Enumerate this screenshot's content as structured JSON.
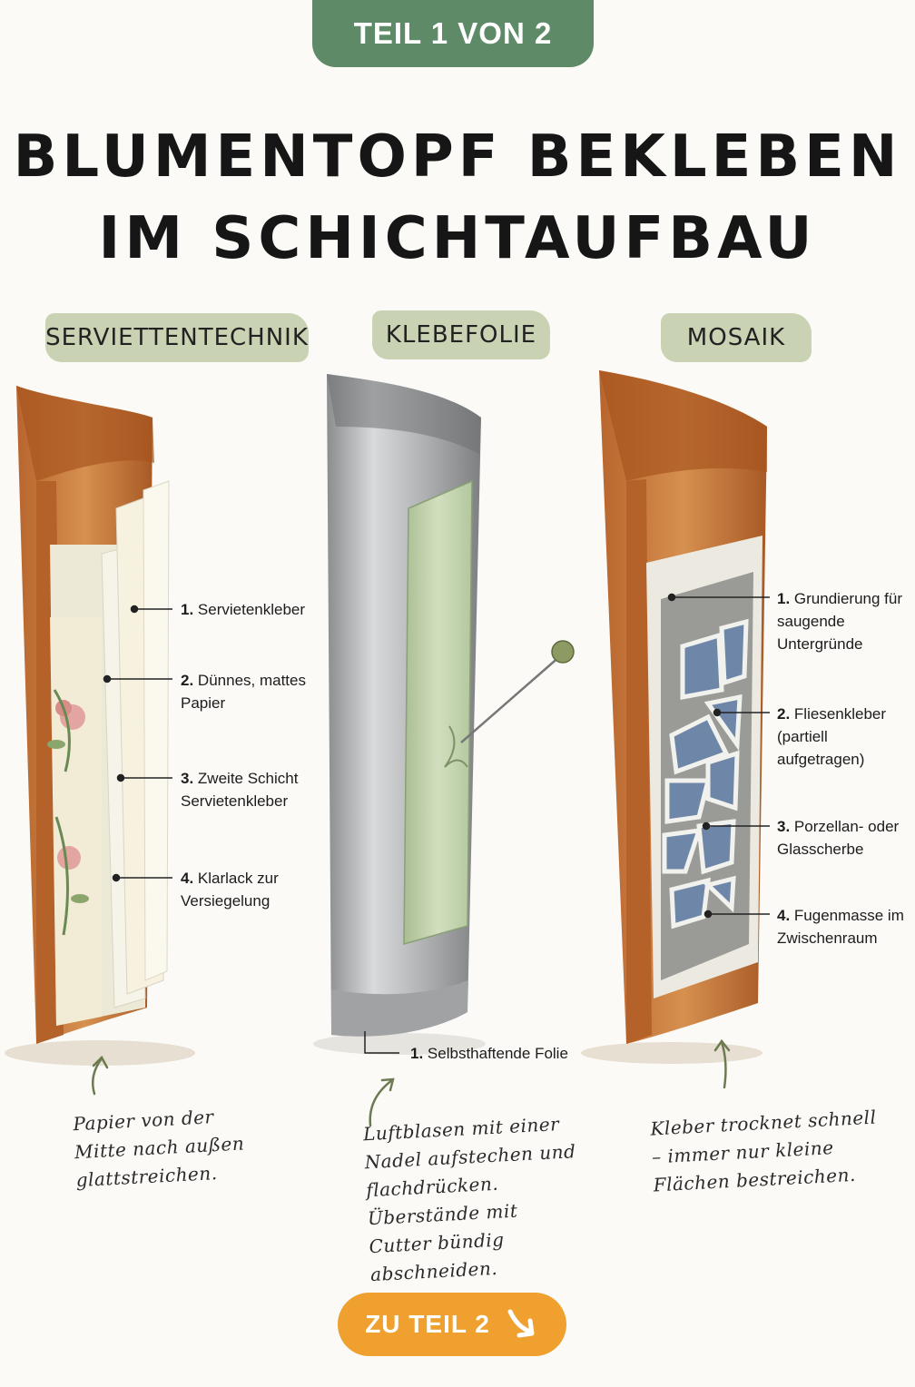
{
  "header": {
    "badge": "TEIL 1 VON 2",
    "title_line1": "BLUMENTOPF BEKLEBEN",
    "title_line2": "IM SCHICHTAUFBAU"
  },
  "sections": [
    {
      "label": "SERVIETTENTECHNIK",
      "annotations": [
        {
          "num": "1.",
          "text": "Servietenkleber"
        },
        {
          "num": "2.",
          "text": "Dünnes, mattes Papier"
        },
        {
          "num": "3.",
          "text": "Zweite Schicht Servietenkleber"
        },
        {
          "num": "4.",
          "text": "Klarlack zur Versiegelung"
        }
      ],
      "note": "Papier von der Mitte nach außen glattstreichen."
    },
    {
      "label": "KLEBEFOLIE",
      "annotations": [
        {
          "num": "1.",
          "text": "Selbsthaftende Folie"
        }
      ],
      "note": "Luftblasen mit einer Nadel aufstechen und flachdrücken. Überstände mit Cutter bündig abschneiden."
    },
    {
      "label": "MOSAIK",
      "annotations": [
        {
          "num": "1.",
          "text": "Grundierung für saugende Untergründe"
        },
        {
          "num": "2.",
          "text": "Fliesenkleber (partiell aufgetragen)"
        },
        {
          "num": "3.",
          "text": "Porzellan- oder Glasscherbe"
        },
        {
          "num": "4.",
          "text": "Fugenmasse im Zwischenraum"
        }
      ],
      "note": "Kleber trocknet schnell – immer nur kleine Flächen bestreichen."
    }
  ],
  "cta": {
    "label": "ZU TEIL 2",
    "icon": "arrow-down-right-icon"
  },
  "colors": {
    "badge": "#5e8a68",
    "label_bg": "#c9d2b3",
    "terracotta": "#c9783e",
    "cta": "#f0a02e"
  }
}
